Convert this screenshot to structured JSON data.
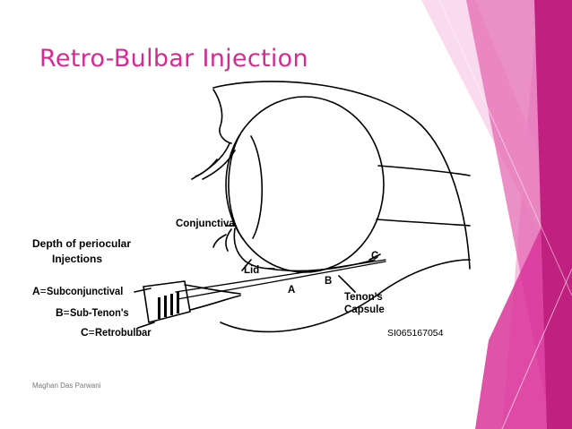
{
  "slide": {
    "title": "Retro-Bulbar Injection",
    "footer": "Maghan Das Parwani",
    "colors": {
      "title": "#d52a93",
      "accent_dark": "#c0207f",
      "accent_light": "#f3a3d2"
    }
  },
  "diagram": {
    "legend": {
      "heading_line1": "Depth of periocular",
      "heading_line2": "Injections",
      "items": [
        {
          "letter": "A",
          "eq": "=",
          "text": "Subconjunctival"
        },
        {
          "letter": "B",
          "eq": "=",
          "text": "Sub-Tenon's"
        },
        {
          "letter": "C",
          "eq": "=",
          "text": "Retrobulbar"
        }
      ]
    },
    "labels": {
      "conjunctiva": "Conjunctiva",
      "lid": "Lid",
      "point_a": "A",
      "point_b": "B",
      "point_c": "C",
      "tenons_line1": "Tenon's",
      "tenons_line2": "Capsule"
    },
    "figure_code": "SI065167054"
  }
}
